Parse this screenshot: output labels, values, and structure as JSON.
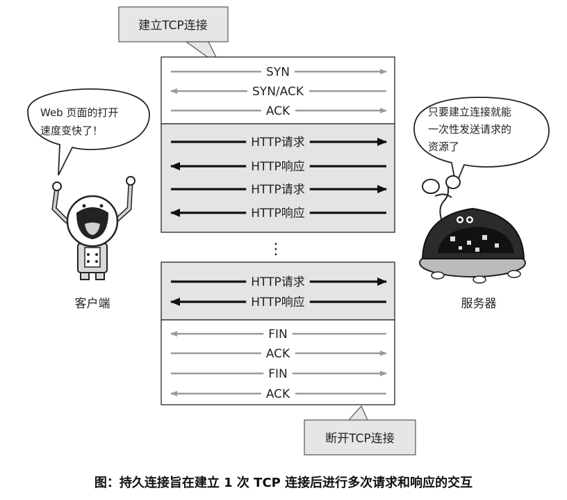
{
  "callouts": {
    "top": "建立TCP连接",
    "bottom": "断开TCP连接"
  },
  "bubbles": {
    "client": [
      "Web 页面的打开",
      "速度变快了！"
    ],
    "server": [
      "只要建立连接就能",
      "一次性发送请求的",
      "资源了"
    ]
  },
  "parties": {
    "client": "客户端",
    "server": "服务器"
  },
  "blocks": [
    {
      "id": "handshake",
      "shaded": false,
      "messages": [
        {
          "label": "SYN",
          "dir": "right",
          "style": "light"
        },
        {
          "label": "SYN/ACK",
          "dir": "left",
          "style": "light"
        },
        {
          "label": "ACK",
          "dir": "right",
          "style": "light"
        }
      ]
    },
    {
      "id": "http-1",
      "shaded": true,
      "messages": [
        {
          "label": "HTTP请求",
          "dir": "right",
          "style": "dark"
        },
        {
          "label": "HTTP响应",
          "dir": "left",
          "style": "dark"
        },
        {
          "label": "HTTP请求",
          "dir": "right",
          "style": "dark"
        },
        {
          "label": "HTTP响应",
          "dir": "left",
          "style": "dark"
        }
      ]
    },
    {
      "id": "http-2",
      "shaded": true,
      "messages": [
        {
          "label": "HTTP请求",
          "dir": "right",
          "style": "dark"
        },
        {
          "label": "HTTP响应",
          "dir": "left",
          "style": "dark"
        }
      ]
    },
    {
      "id": "teardown",
      "shaded": false,
      "messages": [
        {
          "label": "FIN",
          "dir": "left",
          "style": "light"
        },
        {
          "label": "ACK",
          "dir": "right",
          "style": "light"
        },
        {
          "label": "FIN",
          "dir": "right",
          "style": "light"
        },
        {
          "label": "ACK",
          "dir": "left",
          "style": "light"
        }
      ]
    }
  ],
  "ellipsis": "⋮",
  "caption": "图：持久连接旨在建立 1 次 TCP 连接后进行多次请求和响应的交互",
  "colors": {
    "shaded_fill": "#e4e4e4",
    "light_arrow": "#9a9a9a",
    "dark_arrow": "#111111",
    "callout_fill": "#e6e6e6",
    "client_body": "#d9d9d9",
    "server_shell": "#2b2b2b"
  }
}
